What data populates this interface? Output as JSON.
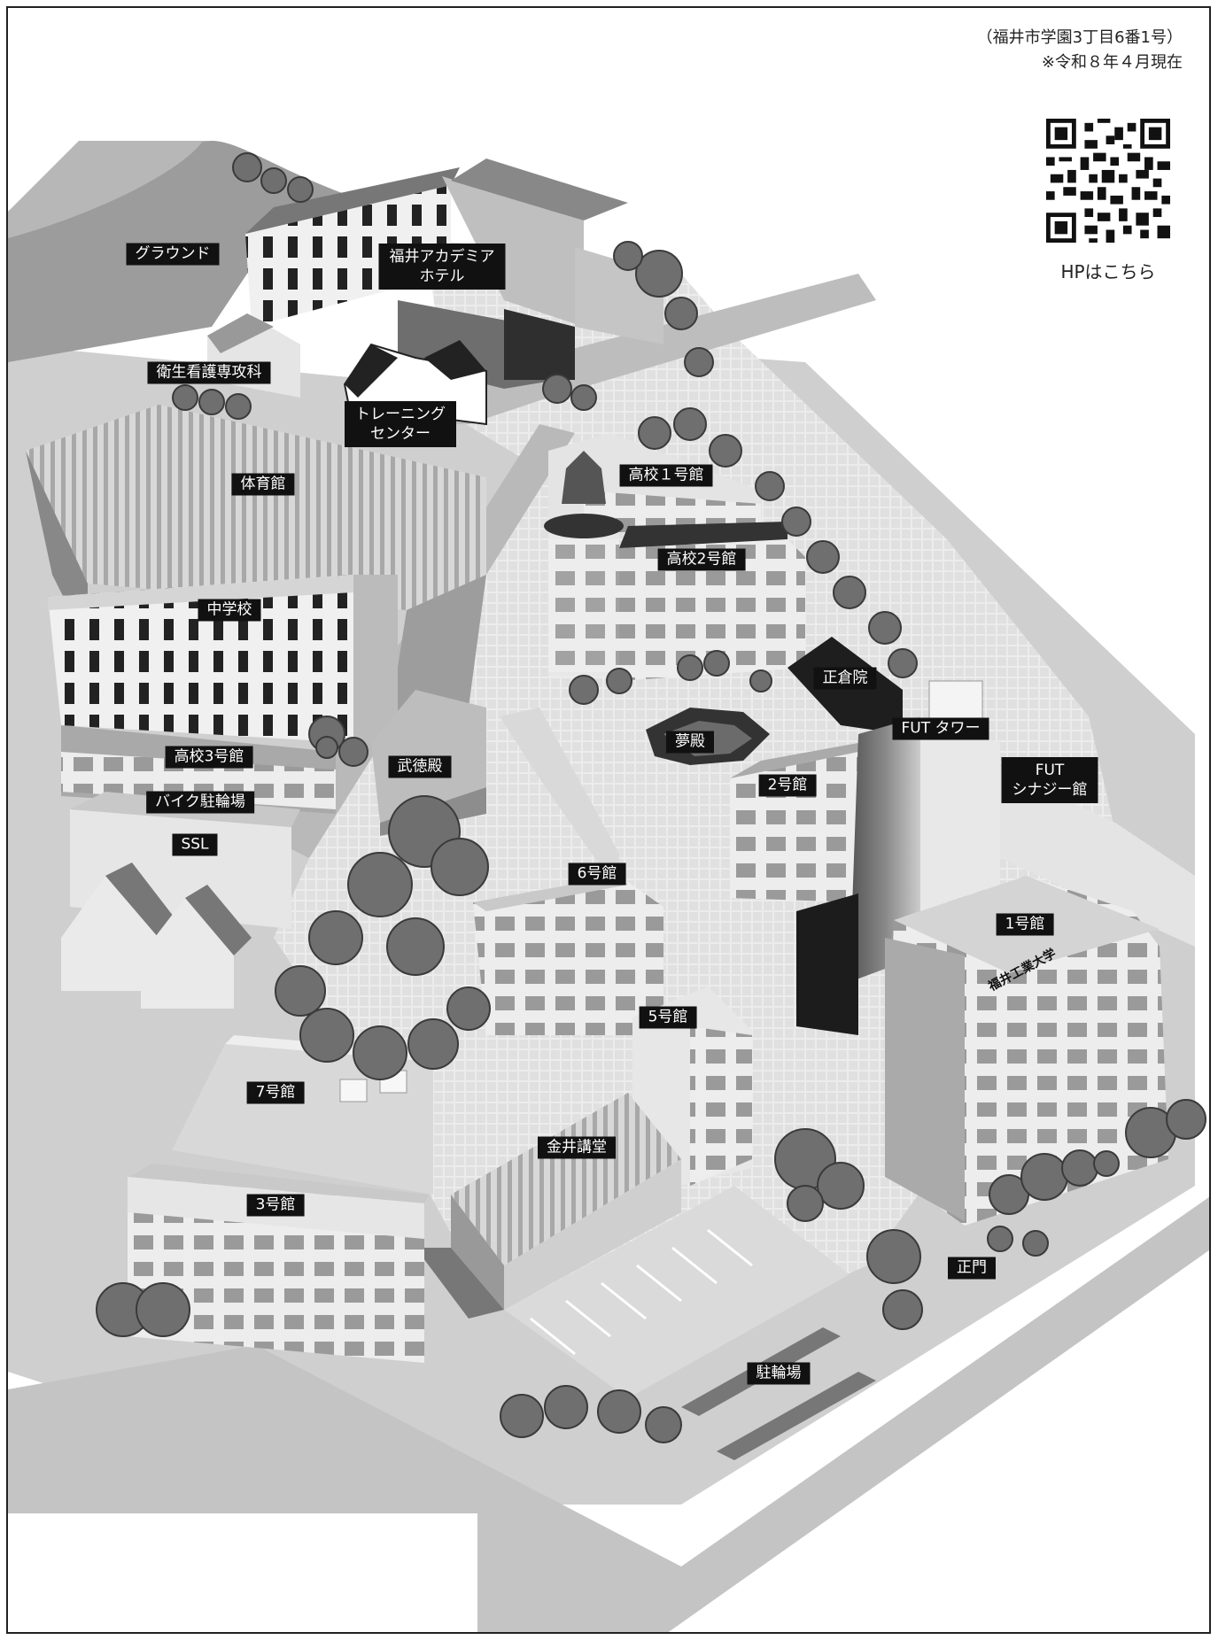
{
  "header": {
    "address": "（福井市学園3丁目6番1号）",
    "as_of": "※令和８年４月現在"
  },
  "qr": {
    "caption": "HPはこちら",
    "icon": "qr-code-icon"
  },
  "labels": {
    "ground": "グラウンド",
    "academia_hotel_1": "福井アカデミア",
    "academia_hotel_2": "ホテル",
    "nursing_school": "衛生看護専攻科",
    "training_center_1": "トレーニング",
    "training_center_2": "センター",
    "gym": "体育館",
    "high1": "高校１号館",
    "high2": "高校2号館",
    "junior_high": "中学校",
    "shosoin": "正倉院",
    "yumedono": "夢殿",
    "fut_tower": "FUT タワー",
    "fut_synergy_1": "FUT",
    "fut_synergy_2": "シナジー館",
    "high3": "高校3号館",
    "butokuden": "武徳殿",
    "bike_parking": "バイク駐輪場",
    "ssl": "SSL",
    "bldg2": "2号館",
    "bldg6": "6号館",
    "bldg1": "1号館",
    "bldg5": "5号館",
    "bldg7": "7号館",
    "kanai_hall": "金井講堂",
    "bldg3": "3号館",
    "main_gate": "正門",
    "bicycle_parking": "駐輪場"
  },
  "signage": {
    "university_sign": "福井工業大学"
  }
}
